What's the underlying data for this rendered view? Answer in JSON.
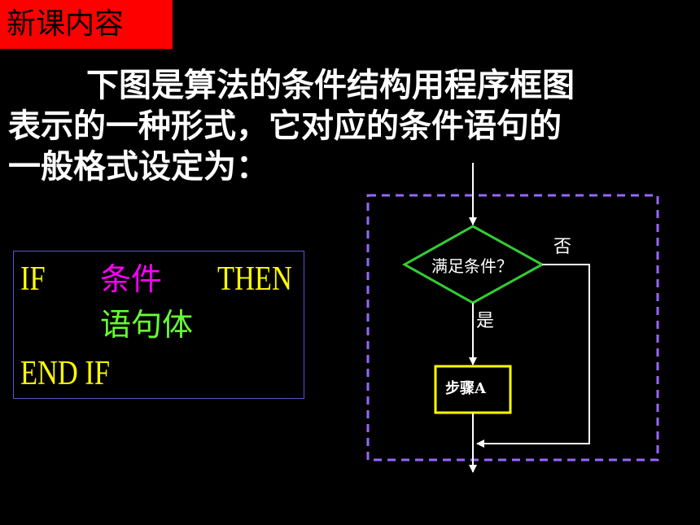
{
  "title": "新课内容",
  "paragraph": {
    "line1": "下图是算法的条件结构用程序框图",
    "line2": "表示的一种形式，它对应的条件语句的",
    "line3": "一般格式设定为："
  },
  "code": {
    "kw_if": "IF",
    "condition": "条件",
    "kw_then": "THEN",
    "statement": "语句体",
    "kw_end_if": "END IF"
  },
  "flowchart": {
    "decision_label": "满足条件？",
    "no_label": "否",
    "yes_label": "是",
    "process_label": "步骤A"
  },
  "colors": {
    "title_bg": "#ff0000",
    "keyword": "#ffff00",
    "condition": "#ff00ff",
    "statement": "#66ff33",
    "dashed_border": "#9966ff",
    "diamond": "#33cc33",
    "process_border": "#ffff00"
  }
}
